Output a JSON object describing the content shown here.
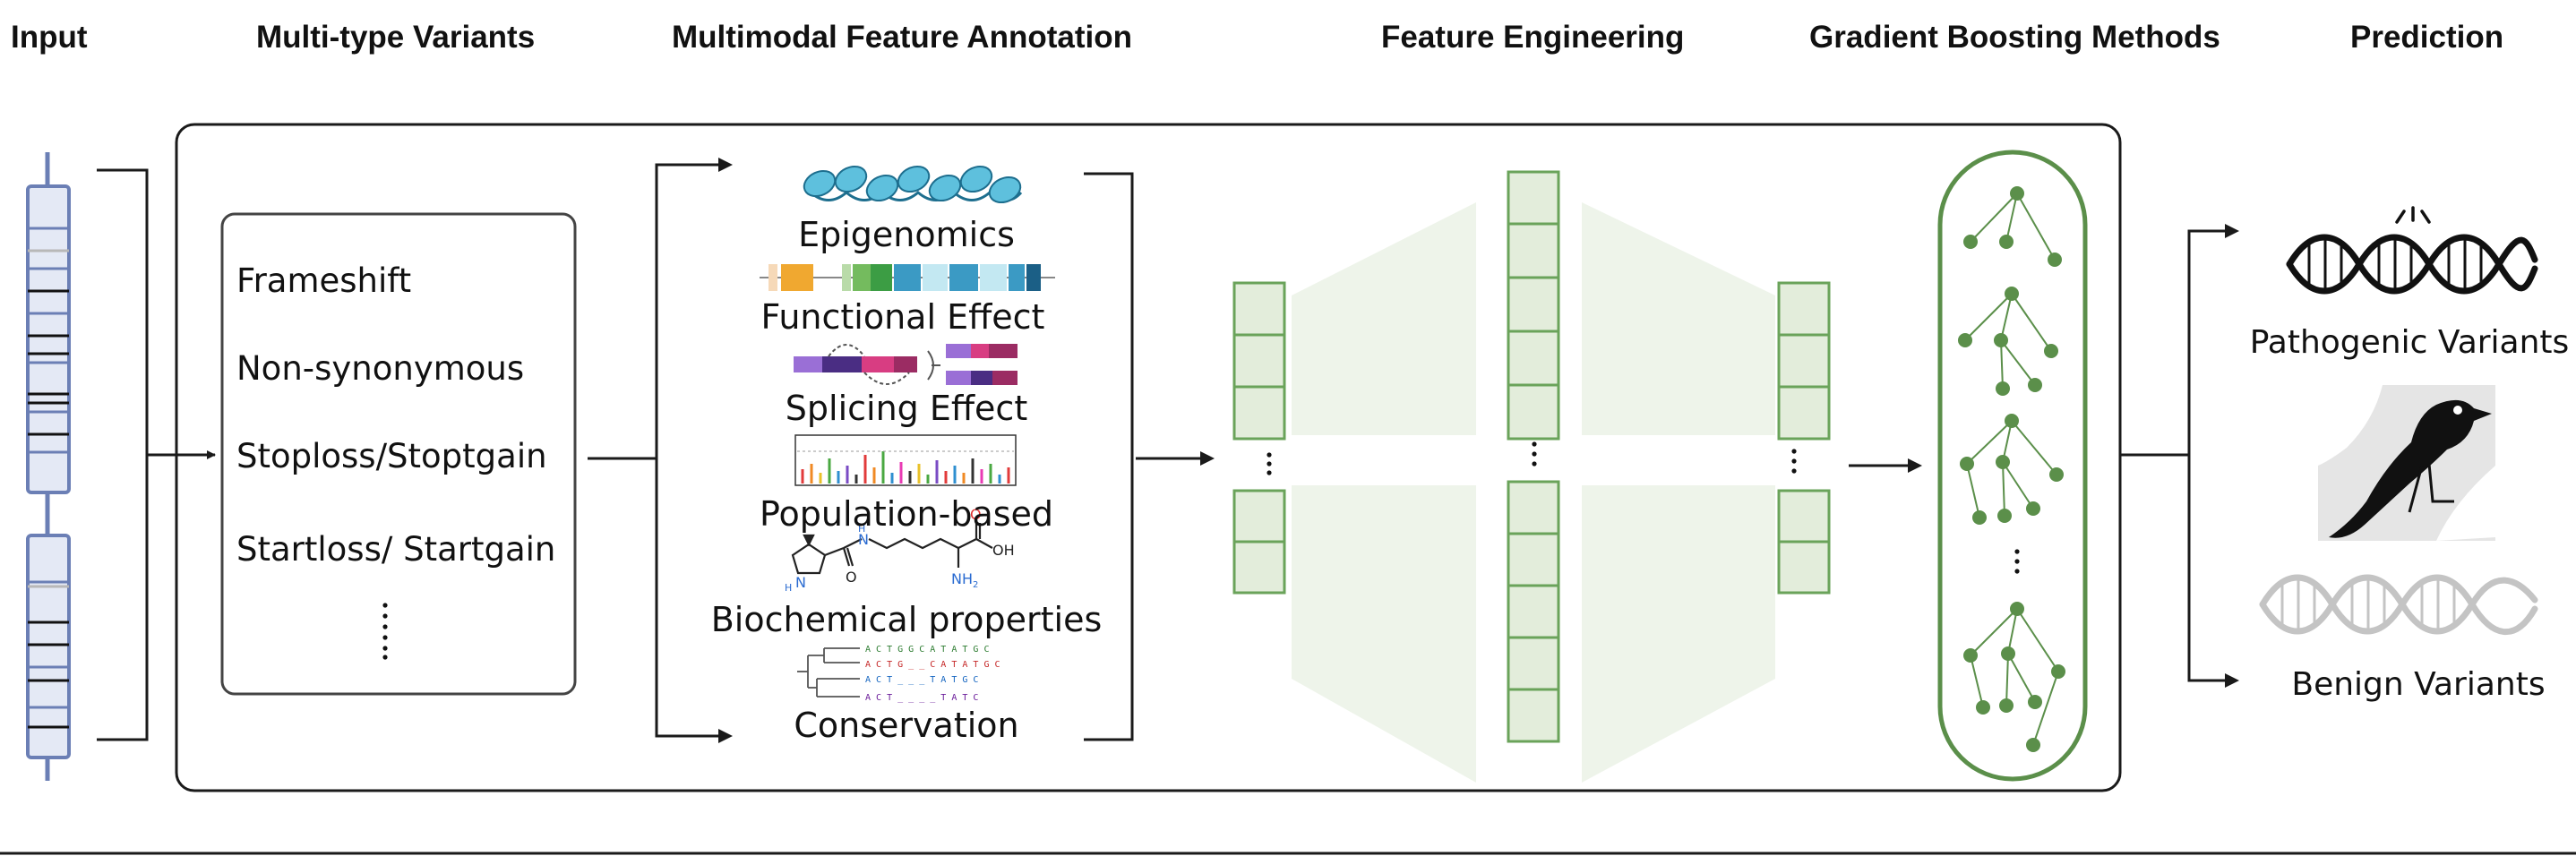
{
  "headers": {
    "input": "Input",
    "variants": "Multi-type Variants",
    "annotation": "Multimodal Feature Annotation",
    "engineering": "Feature Engineering",
    "boosting": "Gradient Boosting Methods",
    "prediction": "Prediction"
  },
  "variant_types": [
    "Frameshift",
    "Non-synonymous",
    "Stoploss/Stoptgain",
    "Startloss/ Startgain"
  ],
  "feature_modalities": [
    "Epigenomics",
    "Functional Effect",
    "Splicing Effect",
    "Population-based",
    "Biochemical properties",
    "Conservation"
  ],
  "predictions": {
    "pathogenic": "Pathogenic Variants",
    "benign": "Benign Variants"
  },
  "colors": {
    "frame": "#1a1a1a",
    "chromosome": "#6b7fb5",
    "chromosome_fill": "#e4e9f5",
    "feature_fill": "#e3eddb",
    "feature_stroke": "#6aa35a",
    "feature_shade": "#eef4ea",
    "tree": "#5b8f4a",
    "pathogenic_dna": "#111111",
    "benign_dna": "#c4c4c4"
  },
  "icons": {
    "chromosome": "chromosome-icon",
    "epigenomics": "nucleosome-chain-icon",
    "functional": "gene-track-icon",
    "splicing": "splicing-icon",
    "population": "manhattan-plot-icon",
    "biochemical": "molecule-structure-icon",
    "conservation": "alignment-tree-icon",
    "pathogenic": "dna-helix-icon",
    "bird": "bird-logo-icon",
    "benign": "dna-helix-icon"
  }
}
